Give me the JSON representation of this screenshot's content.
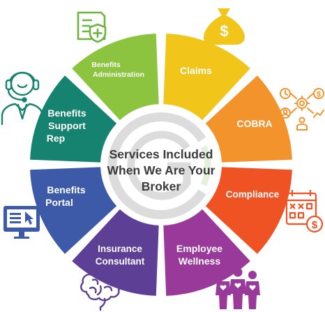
{
  "center": {
    "title_lines": [
      "Services Included",
      "When We Are Your",
      "Broker"
    ],
    "text_color": "#3a3a3a",
    "logo_color": "#d9d9d9",
    "logo_accent": "#e4efd8"
  },
  "segments": [
    {
      "id": "claims",
      "lines": [
        "Claims"
      ],
      "color": "#f2c51a"
    },
    {
      "id": "cobra",
      "lines": [
        "COBRA"
      ],
      "color": "#f2932c"
    },
    {
      "id": "compliance",
      "lines": [
        "Compliance"
      ],
      "color": "#ef5223"
    },
    {
      "id": "employee-wellness",
      "lines": [
        "Employee",
        "Wellness"
      ],
      "color": "#993a9b"
    },
    {
      "id": "insurance-consultant",
      "lines": [
        "Insurance",
        "Consultant"
      ],
      "color": "#5e3f96"
    },
    {
      "id": "benefits-portal",
      "lines": [
        "Benefits",
        "Portal"
      ],
      "color": "#3d5aa8"
    },
    {
      "id": "benefits-support-rep",
      "lines": [
        "Benefits",
        "Support",
        "Rep"
      ],
      "color": "#168270"
    },
    {
      "id": "benefits-administration",
      "lines": [
        "Benefits",
        "Administration"
      ],
      "color": "#8cc43f"
    }
  ],
  "icons": [
    {
      "name": "shield-document-icon",
      "color": "#6cb43f"
    },
    {
      "name": "money-bag-icon",
      "color": "#f2c51a"
    },
    {
      "name": "process-cycle-icon",
      "color": "#f2932c"
    },
    {
      "name": "calendar-dollar-icon",
      "color": "#ef5223"
    },
    {
      "name": "wellness-people-icon",
      "color": "#993a9b"
    },
    {
      "name": "brain-icon",
      "color": "#5e3f96"
    },
    {
      "name": "computer-monitor-icon",
      "color": "#3d5aa8"
    },
    {
      "name": "headset-agent-icon",
      "color": "#168270"
    }
  ]
}
